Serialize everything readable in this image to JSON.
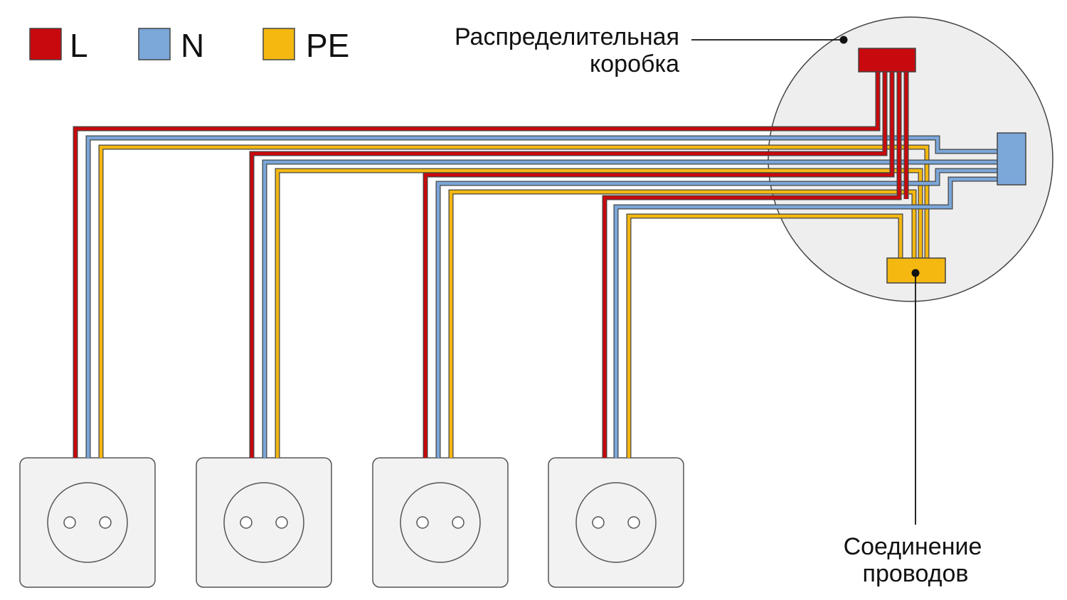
{
  "legend": {
    "items": [
      {
        "key": "l",
        "label": "L",
        "color": "#c8090d"
      },
      {
        "key": "n",
        "label": "N",
        "color": "#7ba7d9"
      },
      {
        "key": "pe",
        "label": "PE",
        "color": "#f4b811"
      }
    ]
  },
  "callouts": {
    "junction_box": {
      "line1": "Распределительная",
      "line2": "коробка"
    },
    "wire_connection": {
      "line1": "Соединение",
      "line2": "проводов"
    }
  },
  "colors": {
    "wire_l": "#c8090d",
    "wire_n": "#7ba7d9",
    "wire_pe": "#f4b811",
    "wire_outline": "#444444",
    "box_fill": "#eeeeee",
    "socket_fill": "#f2f2f2",
    "socket_stroke": "#555555"
  },
  "sockets": [
    {
      "key": "socket-1"
    },
    {
      "key": "socket-2"
    },
    {
      "key": "socket-3"
    },
    {
      "key": "socket-4"
    }
  ]
}
